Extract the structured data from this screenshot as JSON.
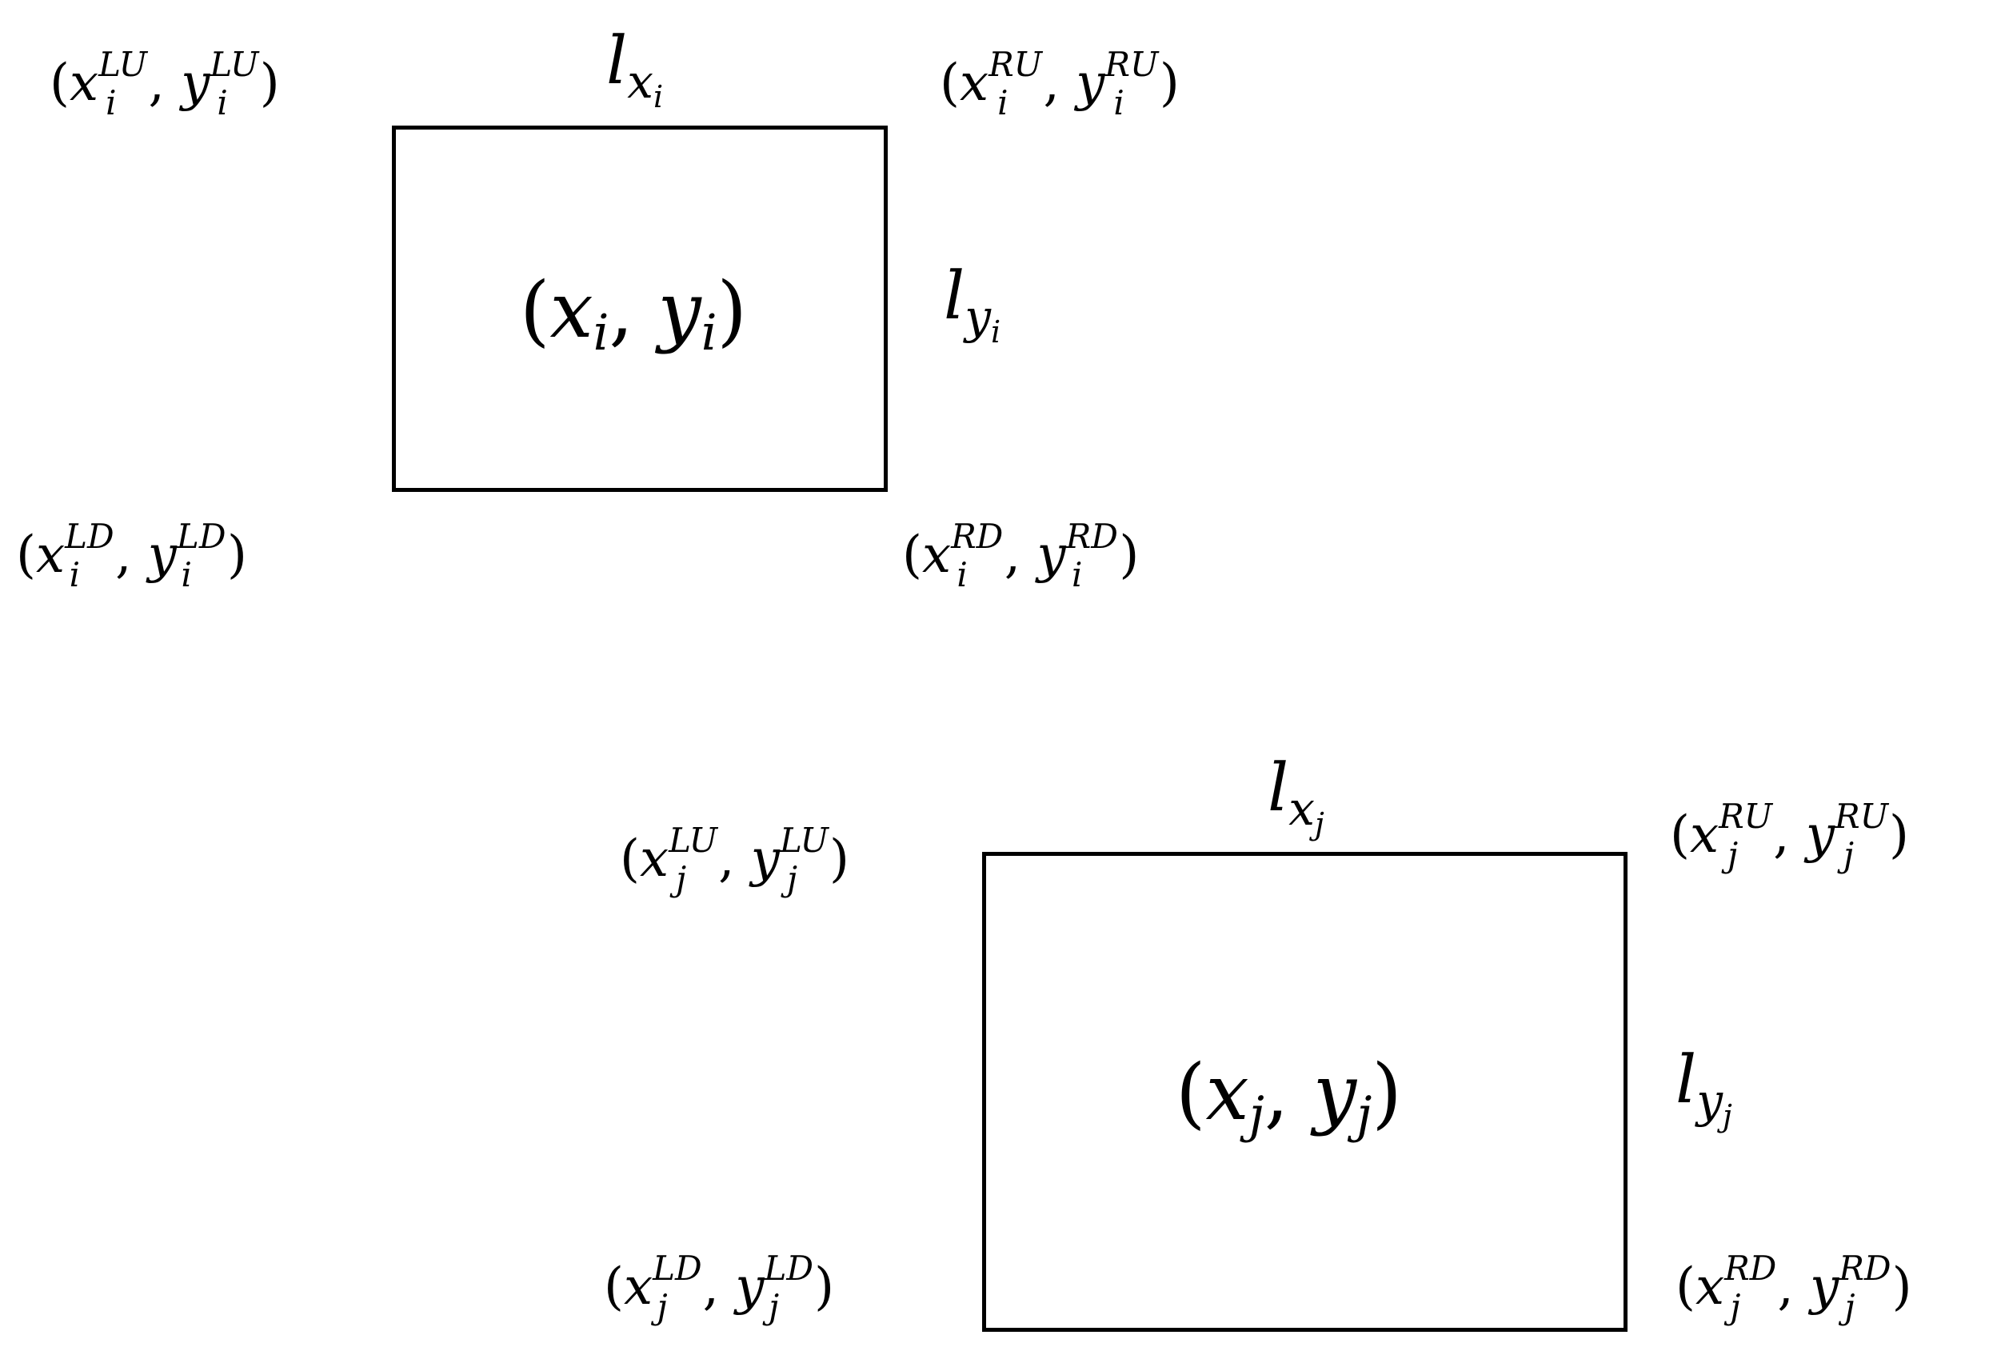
{
  "boxes": [
    {
      "index": "i",
      "center": {
        "x": "x",
        "y": "y",
        "idx": "i"
      },
      "len_x": {
        "l": "l",
        "s1": "x",
        "s2": "i"
      },
      "len_y": {
        "l": "l",
        "s1": "y",
        "s2": "i"
      },
      "corners": {
        "lu": {
          "x": "x",
          "y": "y",
          "idx": "i",
          "sup": "LU"
        },
        "ru": {
          "x": "x",
          "y": "y",
          "idx": "i",
          "sup": "RU"
        },
        "ld": {
          "x": "x",
          "y": "y",
          "idx": "i",
          "sup": "LD"
        },
        "rd": {
          "x": "x",
          "y": "y",
          "idx": "i",
          "sup": "RD"
        }
      }
    },
    {
      "index": "j",
      "center": {
        "x": "x",
        "y": "y",
        "idx": "j"
      },
      "len_x": {
        "l": "l",
        "s1": "x",
        "s2": "j"
      },
      "len_y": {
        "l": "l",
        "s1": "y",
        "s2": "j"
      },
      "corners": {
        "lu": {
          "x": "x",
          "y": "y",
          "idx": "j",
          "sup": "LU"
        },
        "ru": {
          "x": "x",
          "y": "y",
          "idx": "j",
          "sup": "RU"
        },
        "ld": {
          "x": "x",
          "y": "y",
          "idx": "j",
          "sup": "LD"
        },
        "rd": {
          "x": "x",
          "y": "y",
          "idx": "j",
          "sup": "RD"
        }
      }
    }
  ],
  "punct": {
    "open": "(",
    "comma": ",",
    "close": ")"
  }
}
